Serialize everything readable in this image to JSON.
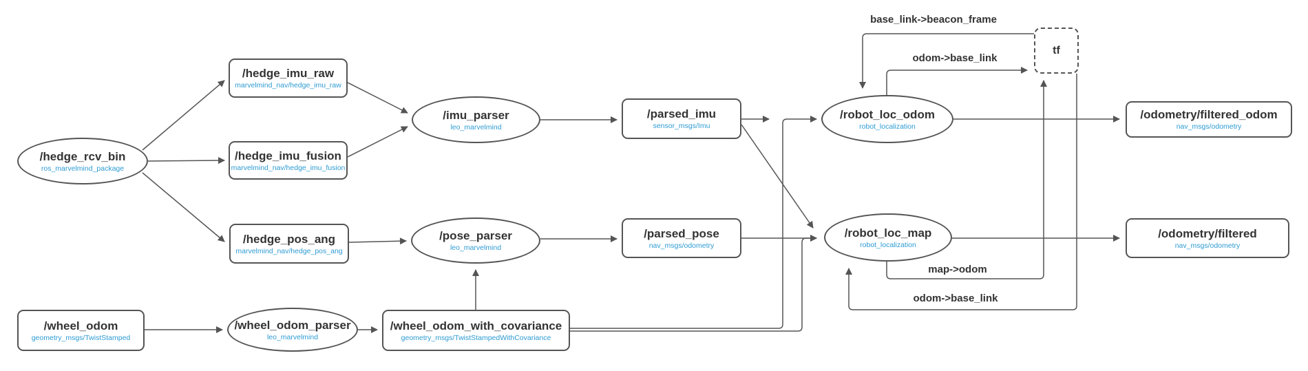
{
  "diagram": {
    "title_hint": "ROS node graph: Marvelmind / wheel odometry localization pipeline",
    "colors": {
      "background": "#ffffff",
      "node_border": "#545454",
      "edge": "#545454",
      "title_text": "#333333",
      "subtitle_text": "#2d9bd3"
    },
    "nodes": {
      "hedge_rcv_bin": {
        "title": "/hedge_rcv_bin",
        "subtitle": "ros_marvelmind_package",
        "shape": "ellipse"
      },
      "hedge_imu_raw": {
        "title": "/hedge_imu_raw",
        "subtitle": "marvelmind_nav/hedge_imu_raw",
        "shape": "rect"
      },
      "hedge_imu_fusion": {
        "title": "/hedge_imu_fusion",
        "subtitle": "marvelmind_nav/hedge_imu_fusion",
        "shape": "rect"
      },
      "hedge_pos_ang": {
        "title": "/hedge_pos_ang",
        "subtitle": "marvelmind_nav/hedge_pos_ang",
        "shape": "rect"
      },
      "imu_parser": {
        "title": "/imu_parser",
        "subtitle": "leo_marvelmind",
        "shape": "ellipse"
      },
      "pose_parser": {
        "title": "/pose_parser",
        "subtitle": "leo_marvelmind",
        "shape": "ellipse"
      },
      "parsed_imu": {
        "title": "/parsed_imu",
        "subtitle": "sensor_msgs/Imu",
        "shape": "rect"
      },
      "parsed_pose": {
        "title": "/parsed_pose",
        "subtitle": "nav_msgs/odometry",
        "shape": "rect"
      },
      "wheel_odom": {
        "title": "/wheel_odom",
        "subtitle": "geometry_msgs/TwistStamped",
        "shape": "rect"
      },
      "wheel_odom_parser": {
        "title": "/wheel_odom_parser",
        "subtitle": "leo_marvelmind",
        "shape": "ellipse"
      },
      "wheel_odom_with_covariance": {
        "title": "/wheel_odom_with_covariance",
        "subtitle": "geometry_msgs/TwistStampedWithCovariance",
        "shape": "rect"
      },
      "robot_loc_odom": {
        "title": "/robot_loc_odom",
        "subtitle": "robot_localization",
        "shape": "ellipse"
      },
      "robot_loc_map": {
        "title": "/robot_loc_map",
        "subtitle": "robot_localization",
        "shape": "ellipse"
      },
      "odometry_filtered_odom": {
        "title": "/odometry/filtered_odom",
        "subtitle": "nav_msgs/odometry",
        "shape": "rect"
      },
      "odometry_filtered": {
        "title": "/odometry/filtered",
        "subtitle": "nav_msgs/odometry",
        "shape": "rect"
      },
      "tf": {
        "title": "tf",
        "shape": "dashed-rect"
      }
    },
    "edge_labels": {
      "base_link_beacon_frame": "base_link->beacon_frame",
      "odom_base_link_top": "odom->base_link",
      "map_odom": "map->odom",
      "odom_base_link_bottom": "odom->base_link"
    },
    "edges": [
      {
        "from": "hedge_rcv_bin",
        "to": "hedge_imu_raw"
      },
      {
        "from": "hedge_rcv_bin",
        "to": "hedge_imu_fusion"
      },
      {
        "from": "hedge_rcv_bin",
        "to": "hedge_pos_ang"
      },
      {
        "from": "hedge_imu_raw",
        "to": "imu_parser"
      },
      {
        "from": "hedge_imu_fusion",
        "to": "imu_parser"
      },
      {
        "from": "imu_parser",
        "to": "parsed_imu"
      },
      {
        "from": "hedge_pos_ang",
        "to": "pose_parser"
      },
      {
        "from": "pose_parser",
        "to": "parsed_pose"
      },
      {
        "from": "parsed_imu",
        "to": "robot_loc_odom"
      },
      {
        "from": "parsed_imu",
        "to": "robot_loc_map"
      },
      {
        "from": "parsed_pose",
        "to": "robot_loc_map"
      },
      {
        "from": "wheel_odom",
        "to": "wheel_odom_parser"
      },
      {
        "from": "wheel_odom_parser",
        "to": "wheel_odom_with_covariance"
      },
      {
        "from": "wheel_odom_with_covariance",
        "to": "pose_parser"
      },
      {
        "from": "wheel_odom_with_covariance",
        "to": "robot_loc_odom"
      },
      {
        "from": "wheel_odom_with_covariance",
        "to": "robot_loc_map"
      },
      {
        "from": "robot_loc_odom",
        "to": "odometry_filtered_odom"
      },
      {
        "from": "robot_loc_map",
        "to": "odometry_filtered"
      },
      {
        "from": "robot_loc_odom",
        "to": "tf",
        "label": "odom->base_link"
      },
      {
        "from": "tf",
        "to": "robot_loc_odom",
        "label": "base_link->beacon_frame"
      },
      {
        "from": "robot_loc_map",
        "to": "tf",
        "label": "map->odom"
      },
      {
        "from": "tf",
        "to": "robot_loc_map",
        "label": "odom->base_link"
      }
    ]
  }
}
